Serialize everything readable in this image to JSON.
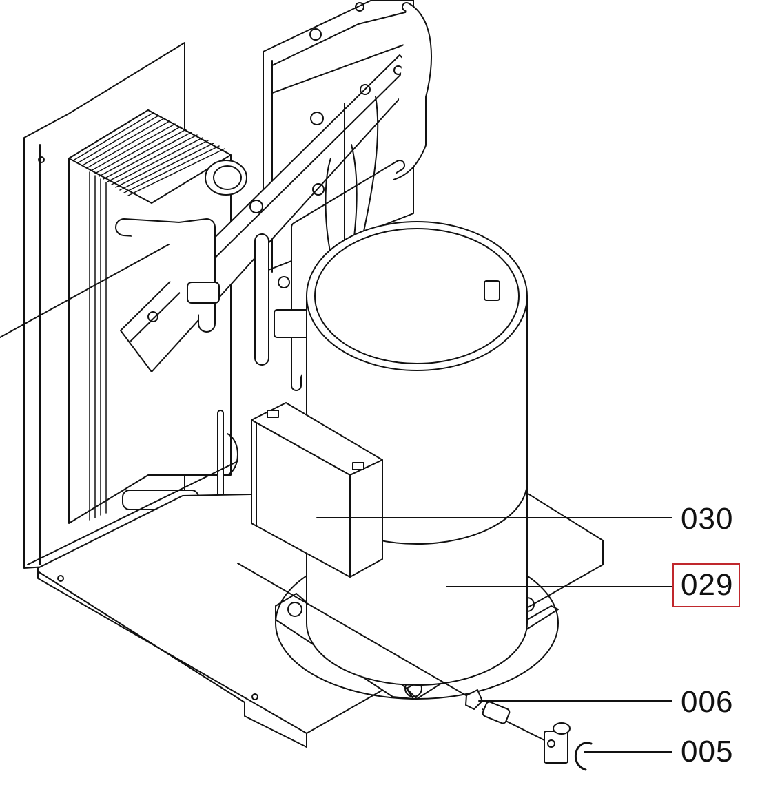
{
  "callouts": {
    "c030": "030",
    "c029": "029",
    "c006": "006",
    "c005": "005"
  },
  "colors": {
    "line": "#111111",
    "highlight_box": "#c0282d",
    "background": "#ffffff"
  }
}
